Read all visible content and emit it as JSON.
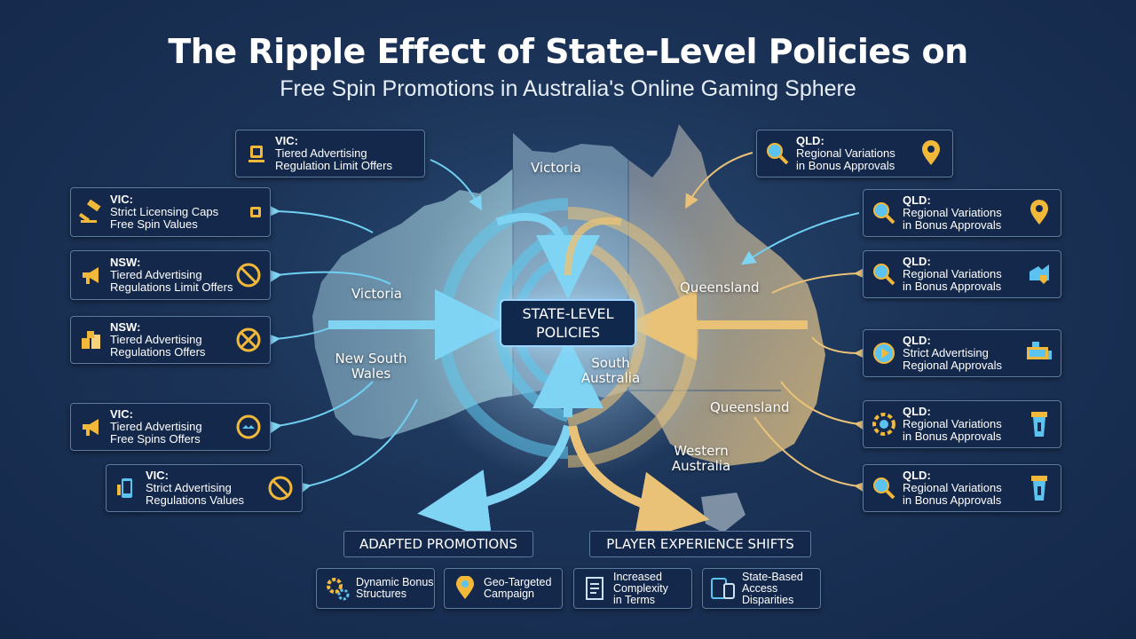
{
  "title": "The Ripple Effect of State-Level Policies on",
  "subtitle": "Free Spin Promotions in Australia's Online Gaming Sphere",
  "center": {
    "line1": "STATE-LEVEL",
    "line2": "POLICIES"
  },
  "map_labels": {
    "victoria_top": "Victoria",
    "victoria_mid": "Victoria",
    "nsw": "New South Wales",
    "south_australia": "South Australia",
    "queensland_top": "Queensland",
    "queensland_mid": "Queensland",
    "western_australia": "Western Australia"
  },
  "left_cards": [
    {
      "state": "VIC:",
      "line1": "Tiered Advertising",
      "line2": "Regulation Limit Offers",
      "icon": "chip-icon"
    },
    {
      "state": "VIC:",
      "line1": "Strict Licensing Caps",
      "line2": "Free Spin Values",
      "icon": "gavel-icon",
      "icon2": "chip-icon"
    },
    {
      "state": "NSW:",
      "line1": "Tiered Advertising",
      "line2": "Regulations Limit Offers",
      "icon": "megaphone-icon",
      "icon2": "prohibited-icon"
    },
    {
      "state": "NSW:",
      "line1": "Tiered Advertising",
      "line2": "Regulations Offers",
      "icon": "chips-icon",
      "icon2": "prohibited-icon"
    },
    {
      "state": "VIC:",
      "line1": "Tiered Advertising",
      "line2": "Free Spins Offers",
      "icon": "megaphone-icon",
      "icon2": "badge-icon"
    },
    {
      "state": "VIC:",
      "line1": "Strict Advertising",
      "line2": "Regulations Values",
      "icon": "phone-icon",
      "icon2": "prohibited-icon"
    }
  ],
  "right_cards": [
    {
      "state": "QLD:",
      "line1": "Regional Variations",
      "line2": "in Bonus Approvals",
      "icon": "magnifier-icon",
      "icon2": "map-pin-icon"
    },
    {
      "state": "QLD:",
      "line1": "Regional Variations",
      "line2": "in Bonus Approvals",
      "icon": "magnifier-icon",
      "icon2": "map-pin-icon"
    },
    {
      "state": "QLD:",
      "line1": "Regional Variations",
      "line2": "in Bonus Approvals",
      "icon": "magnifier-icon",
      "icon2": "map-shield-icon"
    },
    {
      "state": "QLD:",
      "line1": "Strict Advertising",
      "line2": "Regional Approvals",
      "icon": "play-badge-icon",
      "icon2": "laptop-icon"
    },
    {
      "state": "QLD:",
      "line1": "Regional Variations",
      "line2": "in Bonus Approvals",
      "icon": "gear-badge-icon",
      "icon2": "cup-icon"
    },
    {
      "state": "QLD:",
      "line1": "Regional Variations",
      "line2": "in Bonus Approvals",
      "icon": "magnifier-icon",
      "icon2": "cup-icon"
    }
  ],
  "sections": {
    "adapted": "ADAPTED PROMOTIONS",
    "player": "PLAYER EXPERIENCE SHIFTS"
  },
  "bottom_cards": [
    {
      "line1": "Dynamic Bonus",
      "line2": "Structures",
      "line3": "",
      "icon": "gears-icon"
    },
    {
      "line1": "Geo-Targeted",
      "line2": "Campaign",
      "line3": "",
      "icon": "location-icon"
    },
    {
      "line1": "Increased",
      "line2": "Complexity",
      "line3": "in Terms",
      "icon": "document-icon"
    },
    {
      "line1": "State-Based",
      "line2": "Access",
      "line3": "Disparities",
      "icon": "devices-icon"
    }
  ],
  "colors": {
    "blue_flow": "#5cc8ee",
    "gold_flow": "#e9c278",
    "card_bg": "#13284a",
    "card_border": "#5d7aa0",
    "icon_gold": "#f2b83a",
    "icon_blue": "#5cc2f0"
  }
}
